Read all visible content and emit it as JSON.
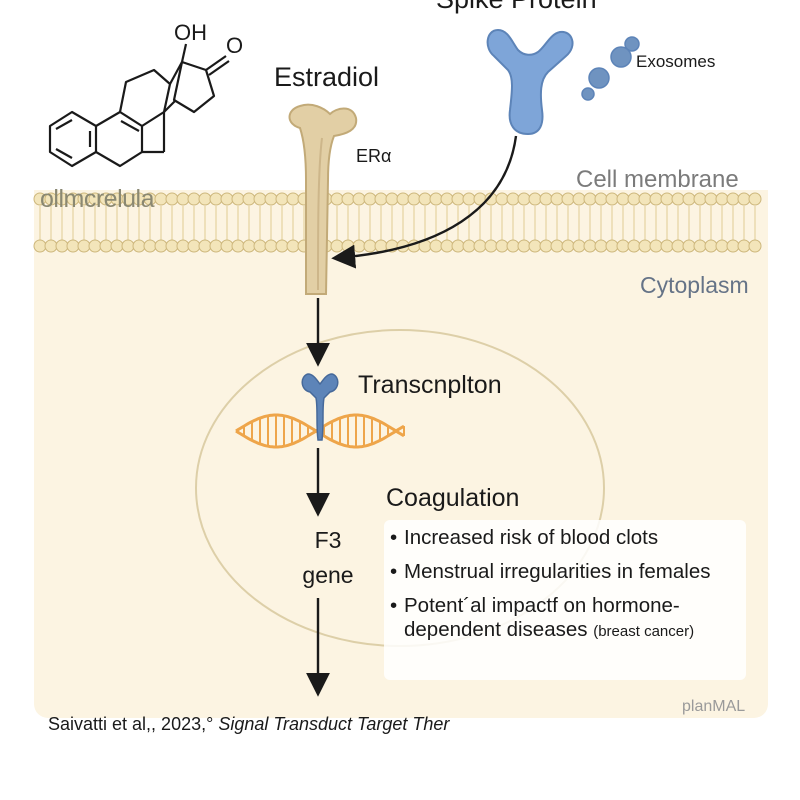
{
  "labels": {
    "spike_protein": "Spike Protein",
    "exosomes": "Exosomes",
    "estradiol": "Estradiol",
    "era": "ERα",
    "oh": "OH",
    "o": "O",
    "cell_membrane": "Cell membrane",
    "membrane_text": "ollmcrelula",
    "cytoplasm": "Cytoplasm",
    "transcription": "Transcnplton",
    "coagulation": "Coagulation",
    "f3_gene": "F3 gene",
    "credit": "planMAL"
  },
  "effects": [
    {
      "text": "Increased risk of blood clots"
    },
    {
      "text": "Menstrual irregularities in females"
    },
    {
      "text": "Potent´al impactf on hormone-dependent diseases",
      "note": "(breast cancer)"
    }
  ],
  "citation": {
    "authors": "Saivatti et al,, 2023,°",
    "journal": "Signal Transduct Target Ther"
  },
  "colors": {
    "cytoplasm_fill": "#fcf4e2",
    "membrane_bead": "#f3e5ba",
    "receptor_tan": "#e2cfa5",
    "spike_blue": "#7ea5d8",
    "dna_orange": "#eea54a",
    "nucleus_outline": "#ddcfa8"
  }
}
